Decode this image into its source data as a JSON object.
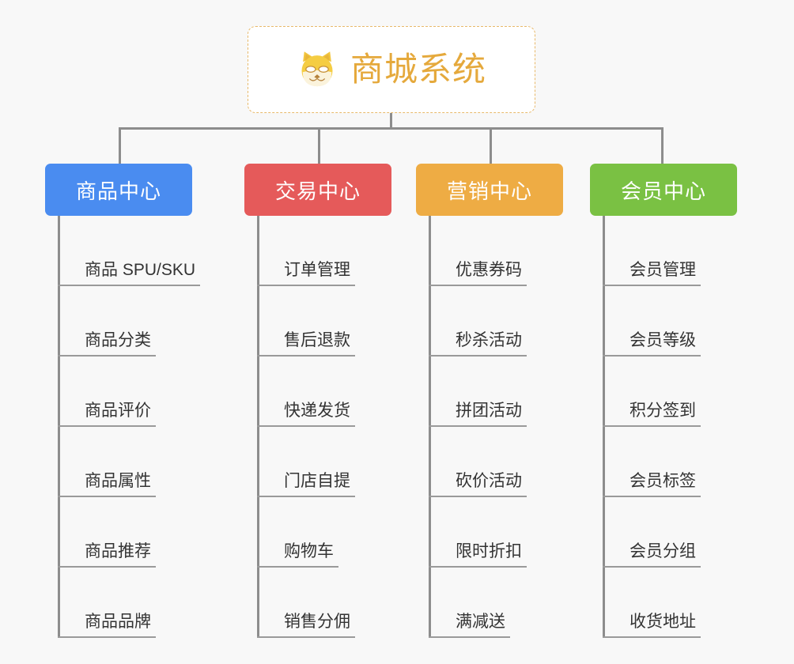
{
  "root": {
    "title": "商城系统",
    "icon": "shiba-dog-icon",
    "border_color": "#e8b96a",
    "title_color": "#e5a93c",
    "background": "#ffffff"
  },
  "canvas": {
    "background": "#f8f8f8",
    "connector_color": "#8d8d8d"
  },
  "columns": [
    {
      "label": "商品中心",
      "color": "#4a8cf0",
      "items": [
        {
          "label": "商品 SPU/SKU"
        },
        {
          "label": "商品分类"
        },
        {
          "label": "商品评价"
        },
        {
          "label": "商品属性"
        },
        {
          "label": "商品推荐"
        },
        {
          "label": "商品品牌"
        }
      ]
    },
    {
      "label": "交易中心",
      "color": "#e55a5a",
      "items": [
        {
          "label": "订单管理"
        },
        {
          "label": "售后退款"
        },
        {
          "label": "快递发货"
        },
        {
          "label": "门店自提"
        },
        {
          "label": "购物车"
        },
        {
          "label": "销售分佣"
        }
      ]
    },
    {
      "label": "营销中心",
      "color": "#eeac44",
      "items": [
        {
          "label": "优惠券码"
        },
        {
          "label": "秒杀活动"
        },
        {
          "label": "拼团活动"
        },
        {
          "label": "砍价活动"
        },
        {
          "label": "限时折扣"
        },
        {
          "label": "满减送"
        }
      ]
    },
    {
      "label": "会员中心",
      "color": "#7ac143",
      "items": [
        {
          "label": "会员管理"
        },
        {
          "label": "会员等级"
        },
        {
          "label": "积分签到"
        },
        {
          "label": "会员标签"
        },
        {
          "label": "会员分组"
        },
        {
          "label": "收货地址"
        }
      ]
    }
  ]
}
